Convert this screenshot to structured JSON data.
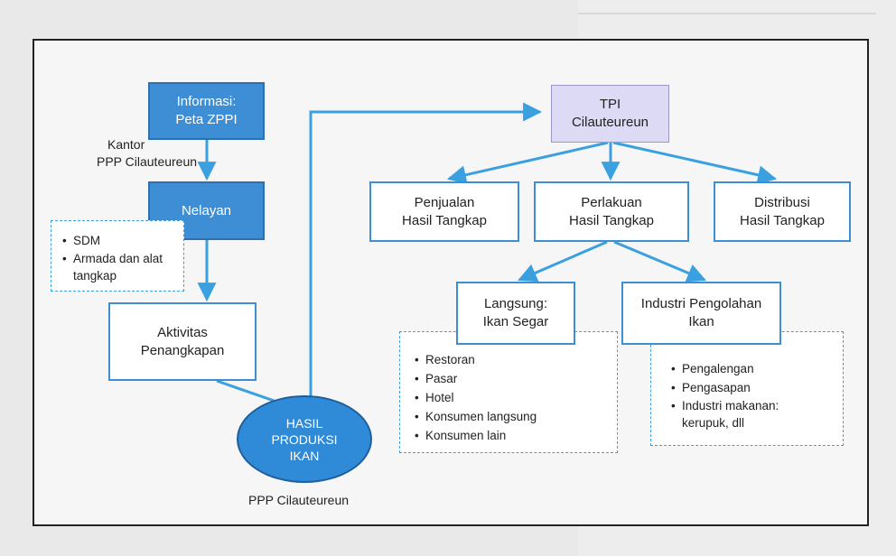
{
  "diagram": {
    "info_box": [
      "Informasi:",
      "Peta ZPPI"
    ],
    "kantor_label": [
      "Kantor",
      "PPP Cilauteureun"
    ],
    "nelayan_box": "Nelayan",
    "nelayan_resources": [
      "SDM",
      "Armada dan alat tangkap"
    ],
    "aktivitas_box": [
      "Aktivitas",
      "Penangkapan"
    ],
    "hasil_oval": [
      "HASIL",
      "PRODUKSI",
      "IKAN"
    ],
    "ppp_label": "PPP Cilauteureun",
    "tpi_box": [
      "TPI",
      "Cilauteureun"
    ],
    "penjualan_box": [
      "Penjualan",
      "Hasil Tangkap"
    ],
    "perlakuan_box": [
      "Perlakuan",
      "Hasil Tangkap"
    ],
    "distribusi_box": [
      "Distribusi",
      "Hasil Tangkap"
    ],
    "langsung_box": [
      "Langsung:",
      "Ikan Segar"
    ],
    "industri_box": [
      "Industri Pengolahan",
      "Ikan"
    ],
    "langsung_items": [
      "Restoran",
      "Pasar",
      "Hotel",
      "Konsumen langsung",
      "Konsumen lain"
    ],
    "industri_items": [
      "Pengalengan",
      "Pengasapan",
      "Industri makanan: kerupuk, dll"
    ]
  },
  "colors": {
    "blue_fill": "#3e8ed6",
    "arrow_blue": "#3aa0e0",
    "tpi_fill": "#dcdaf4",
    "dashed_border": "#3aa0e0"
  }
}
